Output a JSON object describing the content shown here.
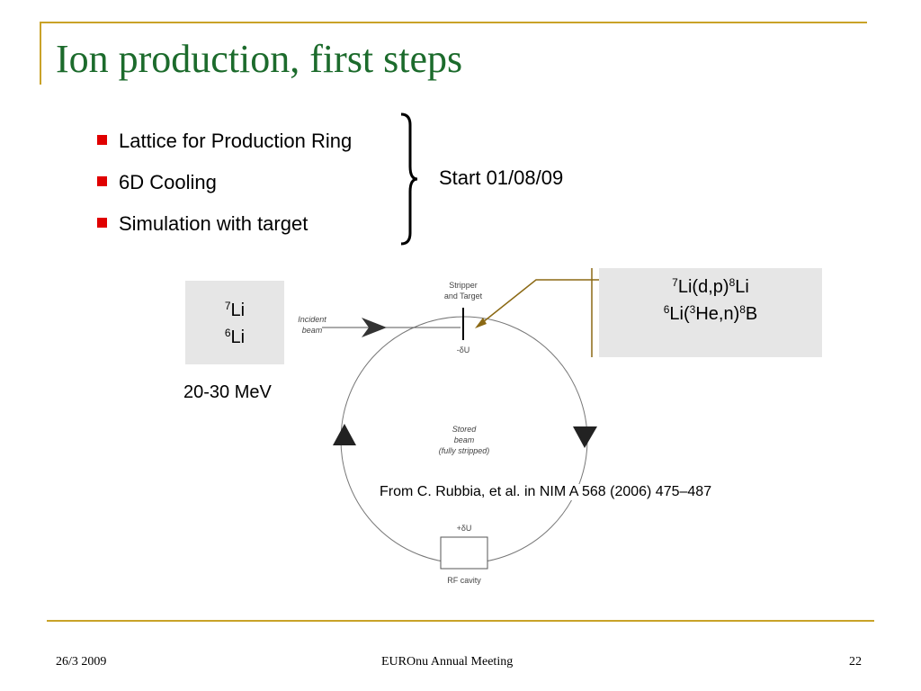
{
  "slide": {
    "title": "Ion production, first steps",
    "bullets": [
      "Lattice for Production Ring",
      "6D Cooling",
      "Simulation with target"
    ],
    "start_label": "Start 01/08/09",
    "isotopes": [
      {
        "mass": "7",
        "element": "Li"
      },
      {
        "mass": "6",
        "element": "Li"
      }
    ],
    "energy": "20-30 MeV",
    "reactions": [
      {
        "a": "7",
        "b": "Li(d,p)",
        "c": "8",
        "d": "Li"
      },
      {
        "a": "6",
        "b": "Li(",
        "c": "3",
        "d": "He,n)",
        "e": "8",
        "f": "B"
      }
    ],
    "diagram": {
      "stripper_line1": "Stripper",
      "stripper_line2": "and Target",
      "incident_line1": "Incident",
      "incident_line2": "beam",
      "minus_du": "-δU",
      "stored_line1": "Stored",
      "stored_line2": "beam",
      "stored_line3": "(fully stripped)",
      "plus_du": "+δU",
      "rf_cavity": "RF cavity"
    },
    "citation": "From C. Rubbia, et al. in NIM A 568 (2006) 475–487"
  },
  "footer": {
    "date": "26/3 2009",
    "event": "EUROnu Annual Meeting",
    "page": "22"
  },
  "colors": {
    "title": "#1c6b2c",
    "frame_gold": "#c9a228",
    "bullet_red": "#e00000",
    "arrow_brown": "#8b6914",
    "box_gray": "#e6e6e6"
  }
}
